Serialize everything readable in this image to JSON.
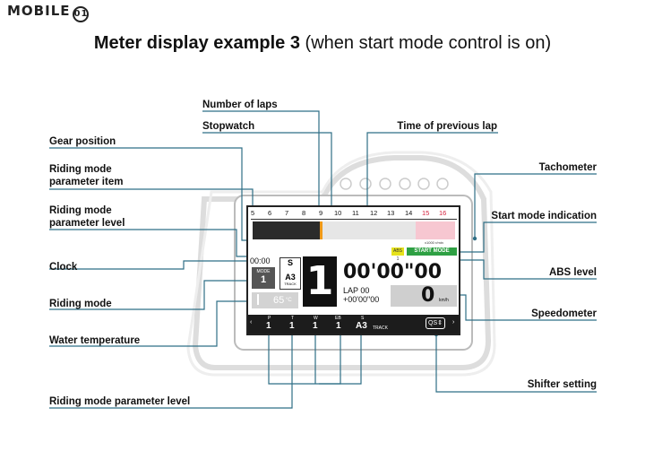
{
  "logo": {
    "text": "MOBILE",
    "badge": "01"
  },
  "title": {
    "bold": "Meter display example 3",
    "rest": " (when start mode control is on)"
  },
  "labels": {
    "number_of_laps": "Number of laps",
    "stopwatch": "Stopwatch",
    "time_of_previous_lap": "Time of previous lap",
    "gear_position": "Gear position",
    "riding_mode_parameter_item_1": "Riding mode",
    "riding_mode_parameter_item_2": "parameter item",
    "riding_mode_parameter_level_1": "Riding mode",
    "riding_mode_parameter_level_2": "parameter level",
    "clock": "Clock",
    "riding_mode": "Riding mode",
    "water_temperature": "Water temperature",
    "riding_mode_parameter_level_bottom": "Riding mode parameter level",
    "tachometer": "Tachometer",
    "start_mode_indication": "Start mode indication",
    "abs_level": "ABS level",
    "speedometer": "Speedometer",
    "shifter_setting": "Shifter setting"
  },
  "display": {
    "rpm_ticks": [
      "5",
      "6",
      "7",
      "8",
      "9",
      "10",
      "11",
      "12",
      "13",
      "14",
      "15",
      "16"
    ],
    "rpm_unit": "x1000 r/min",
    "start_mode": "START MODE",
    "abs": "ABS 1",
    "clock": "00:00",
    "mode_label": "MODE",
    "mode_value": "1",
    "param_item": "S",
    "param_level": "A3",
    "param_track": "TRACK",
    "gear": "1",
    "stopwatch": "00'00\"00",
    "lap": "LAP 00",
    "prev_lap": "+00'00\"00",
    "speed": "0",
    "speed_unit": "km/h",
    "temp": "65",
    "temp_unit": "°C",
    "params": [
      {
        "key": "P",
        "val": "1"
      },
      {
        "key": "T",
        "val": "1"
      },
      {
        "key": "W",
        "val": "1"
      },
      {
        "key": "EB",
        "val": "1"
      },
      {
        "key": "S",
        "val": "A3",
        "sub": "TRACK"
      }
    ],
    "shifter": "QS",
    "shifter_symbol": "⇕"
  }
}
